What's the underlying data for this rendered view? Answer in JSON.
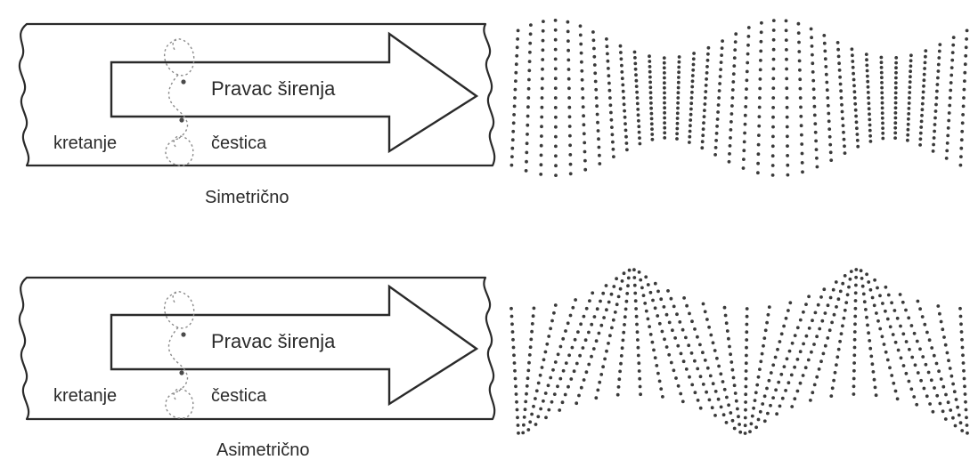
{
  "panels": [
    {
      "id": "symmetric",
      "mode": "symmetric",
      "propagation_label": "Pravac širenja",
      "motion_label_left": "kretanje",
      "motion_label_right": "čestica",
      "caption": "Simetrično"
    },
    {
      "id": "asymmetric",
      "mode": "asymmetric",
      "propagation_label": "Pravac širenja",
      "motion_label_left": "kretanje",
      "motion_label_right": "čestica",
      "caption": "Asimetrično"
    }
  ],
  "colors": {
    "line": "#2a2a2a",
    "dot": "#3a3a3a",
    "text": "#2b2b2b"
  }
}
